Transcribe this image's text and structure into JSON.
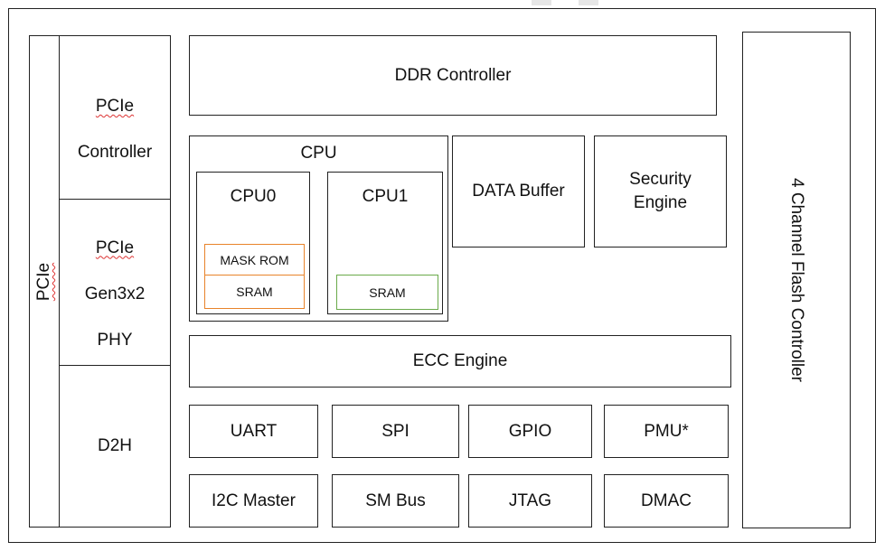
{
  "blocks": {
    "pcie": "PCIe",
    "pcie_controller": {
      "word1": "PCIe",
      "word2": "Controller"
    },
    "pcie_phy": {
      "word1": "PCIe",
      "word2": "Gen3x2",
      "word3": "PHY"
    },
    "d2h": "D2H",
    "ddr_controller": "DDR Controller",
    "cpu": "CPU",
    "cpu0": "CPU0",
    "mask_rom": "MASK ROM",
    "cpu0_sram": "SRAM",
    "cpu1": "CPU1",
    "cpu1_sram": "SRAM",
    "data_buffer": "DATA Buffer",
    "security_engine": "Security\nEngine",
    "flash_controller": "4 Channel Flash Controller",
    "ecc_engine": "ECC Engine",
    "uart": "UART",
    "spi": "SPI",
    "gpio": "GPIO",
    "pmu": "PMU*",
    "i2c_master": "I2C Master",
    "sm_bus": "SM Bus",
    "jtag": "JTAG",
    "dmac": "DMAC"
  },
  "colors": {
    "border": "#222222",
    "rom_sram_border": "#e8832a",
    "cpu1_sram_border": "#6aaa4a",
    "spellcheck_underline": "#dd3333"
  }
}
